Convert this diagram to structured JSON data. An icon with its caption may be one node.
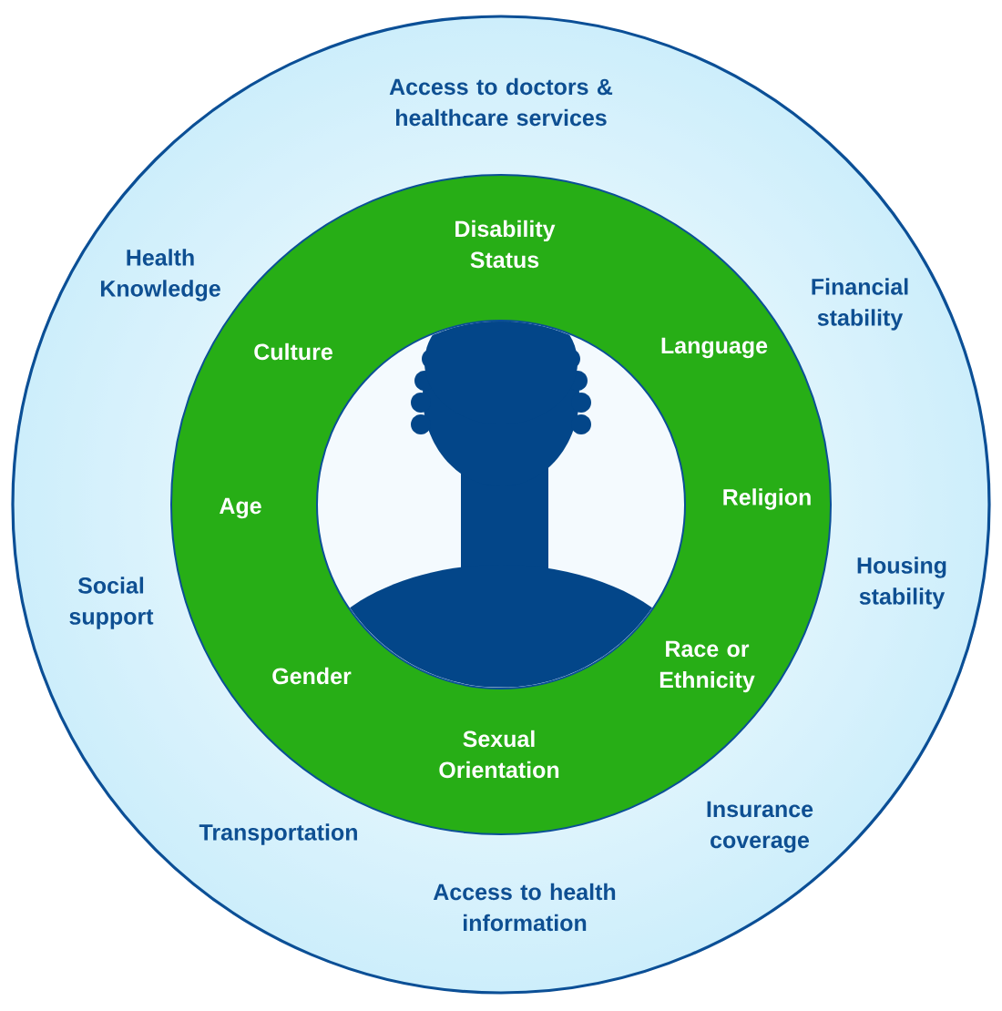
{
  "diagram": {
    "nodes": [
      {
        "text": [
          "Access to doctors & healthcare services",
          "Financial stability",
          "Housing stability",
          "Insurance coverage",
          "Access to health information",
          "Transportation",
          "Social support",
          "Health Knowledge"
        ]
      },
      {
        "text": [
          "Disability Status",
          "Language",
          "Religion",
          "Race or Ethnicity",
          "Sexual Orientation",
          "Gender",
          "Age",
          "Culture"
        ],
        "in": 0
      },
      {
        "text": [],
        "shape": "person",
        "in": 1
      }
    ]
  }
}
